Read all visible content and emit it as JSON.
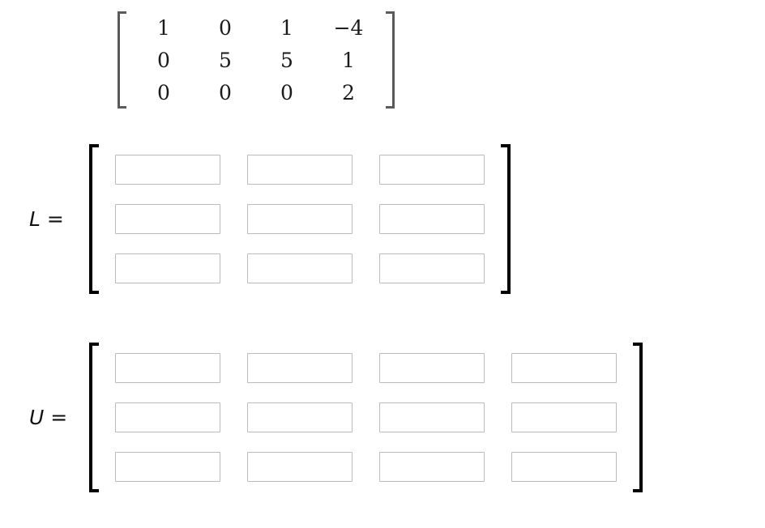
{
  "given_matrix": {
    "name": "given-matrix",
    "rows": 3,
    "cols": 4,
    "values": [
      [
        "1",
        "0",
        "1",
        "−4"
      ],
      [
        "0",
        "5",
        "5",
        "1"
      ],
      [
        "0",
        "0",
        "0",
        "2"
      ]
    ]
  },
  "answers": [
    {
      "id": "L",
      "label": "L =",
      "rows": 3,
      "cols": 3,
      "cells": [
        [
          "",
          "",
          ""
        ],
        [
          "",
          "",
          ""
        ],
        [
          "",
          "",
          ""
        ]
      ]
    },
    {
      "id": "U",
      "label": "U =",
      "rows": 3,
      "cols": 4,
      "cells": [
        [
          "",
          "",
          "",
          ""
        ],
        [
          "",
          "",
          "",
          ""
        ],
        [
          "",
          "",
          "",
          ""
        ]
      ]
    }
  ],
  "colors": {
    "page_background": "#ffffff",
    "given_bracket": "#5a5a5a",
    "answer_bracket": "#000000",
    "input_border": "#bbbbbb",
    "text": "#111111"
  }
}
